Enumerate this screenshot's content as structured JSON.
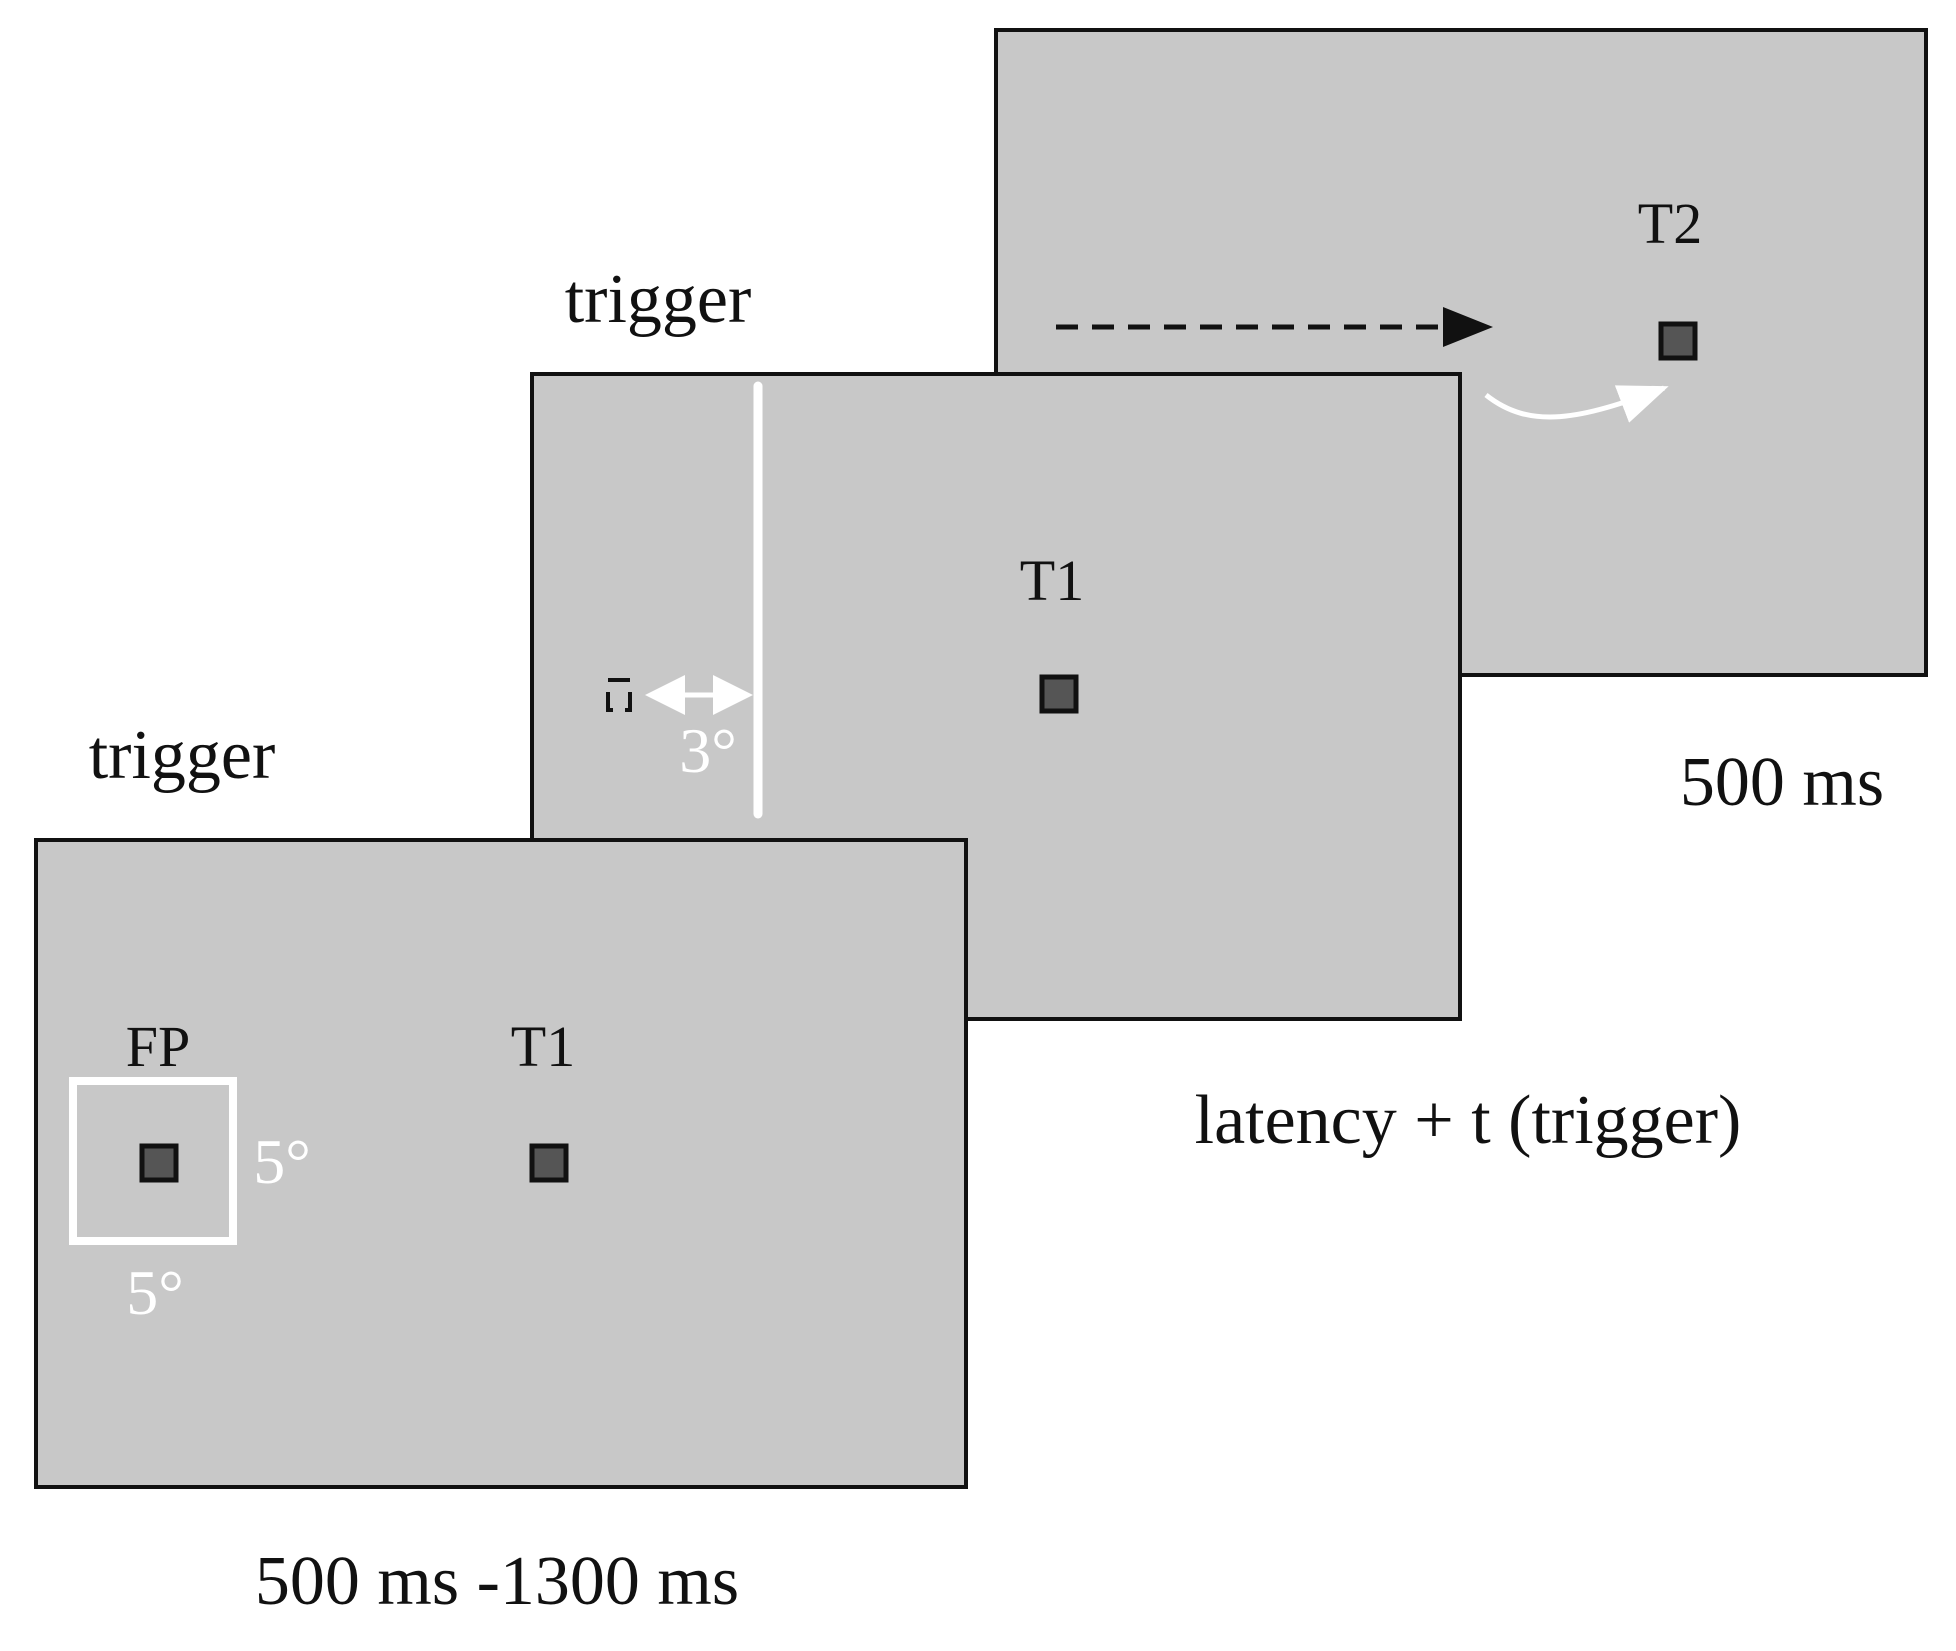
{
  "colors": {
    "screen_fill": "#c8c8c8",
    "screen_border": "#111111",
    "target_fill": "#555555",
    "annotation_white": "#ffffff",
    "text": "#111111"
  },
  "frame1": {
    "trigger_label": "trigger",
    "fp_label": "FP",
    "t1_label": "T1",
    "window_width_label": "5°",
    "window_height_label": "5°",
    "duration_label": "500 ms -1300 ms"
  },
  "frame2": {
    "trigger_label": "trigger",
    "t1_label": "T1",
    "distance_label": "3°",
    "duration_label": "latency + t (trigger)"
  },
  "frame3": {
    "t2_label": "T2",
    "duration_label": "500 ms"
  }
}
